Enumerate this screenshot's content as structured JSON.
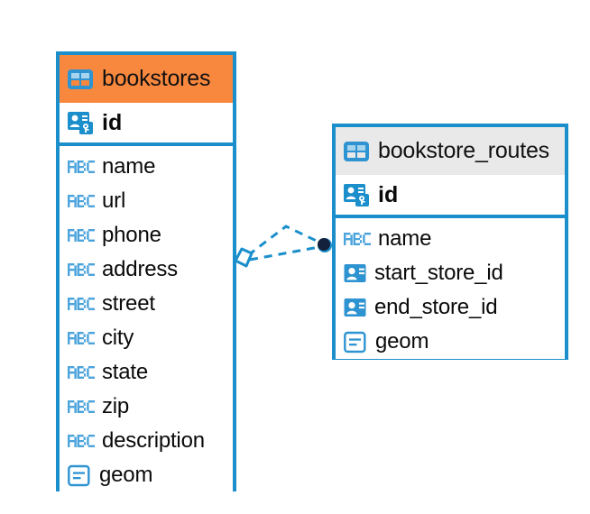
{
  "diagram": {
    "type": "entity-relationship-diagram",
    "background_color": "#FFFFFF",
    "accent_color": "#1B8FCB",
    "highlight_color": "#F9883F",
    "header_grey": "#E9E9E9"
  },
  "entities": [
    {
      "name": "bookstores",
      "header_style": "orange",
      "table_icon": "table-icon",
      "primary_key": {
        "label": "id",
        "icon": "primary-key-icon"
      },
      "fields": [
        {
          "label": "name",
          "icon": "abc-text-icon"
        },
        {
          "label": "url",
          "icon": "abc-text-icon"
        },
        {
          "label": "phone",
          "icon": "abc-text-icon"
        },
        {
          "label": "address",
          "icon": "abc-text-icon"
        },
        {
          "label": "street",
          "icon": "abc-text-icon"
        },
        {
          "label": "city",
          "icon": "abc-text-icon"
        },
        {
          "label": "state",
          "icon": "abc-text-icon"
        },
        {
          "label": "zip",
          "icon": "abc-text-icon"
        },
        {
          "label": "description",
          "icon": "abc-text-icon"
        },
        {
          "label": "geom",
          "icon": "geometry-icon"
        }
      ]
    },
    {
      "name": "bookstore_routes",
      "header_style": "grey",
      "table_icon": "table-icon",
      "primary_key": {
        "label": "id",
        "icon": "primary-key-icon"
      },
      "fields": [
        {
          "label": "name",
          "icon": "abc-text-icon"
        },
        {
          "label": "start_store_id",
          "icon": "foreign-key-icon"
        },
        {
          "label": "end_store_id",
          "icon": "foreign-key-icon"
        },
        {
          "label": "geom",
          "icon": "geometry-icon"
        }
      ]
    }
  ],
  "relationship": {
    "source_entity": "bookstores",
    "target_entity": "bookstore_routes",
    "line_style": "dashed",
    "line_color": "#1B8FCB",
    "source_marker": "diamond-marker",
    "target_marker": "filled-circle-marker",
    "target_marker_color": "#111827"
  }
}
